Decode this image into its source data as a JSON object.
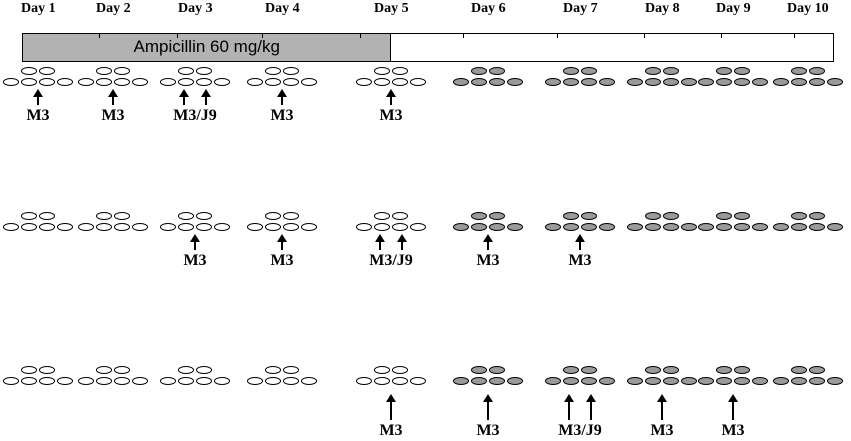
{
  "timeline": {
    "days": [
      "Day 1",
      "Day 2",
      "Day 3",
      "Day 4",
      "Day 5",
      "Day 6",
      "Day 7",
      "Day 8",
      "Day 9",
      "Day 10"
    ],
    "treatment_label": "Ampicillin 60 mg/kg",
    "treatment_days": 5
  },
  "colors": {
    "treated_fill": "#b2b2b2",
    "colonized_egg": "#9a9a9a",
    "clear_egg": "#ffffff",
    "stroke": "#000000"
  },
  "rows": [
    {
      "colonized": [
        false,
        false,
        false,
        false,
        false,
        true,
        true,
        true,
        true,
        true
      ],
      "markers": [
        {
          "day": 1,
          "labels": [
            "M3"
          ]
        },
        {
          "day": 2,
          "labels": [
            "M3"
          ]
        },
        {
          "day": 3,
          "labels": [
            "M3",
            "J9"
          ]
        },
        {
          "day": 4,
          "labels": [
            "M3"
          ]
        },
        {
          "day": 5,
          "labels": [
            "M3"
          ]
        }
      ]
    },
    {
      "colonized": [
        false,
        false,
        false,
        false,
        false,
        true,
        true,
        true,
        true,
        true
      ],
      "markers": [
        {
          "day": 3,
          "labels": [
            "M3"
          ]
        },
        {
          "day": 4,
          "labels": [
            "M3"
          ]
        },
        {
          "day": 5,
          "labels": [
            "M3",
            "J9"
          ]
        },
        {
          "day": 6,
          "labels": [
            "M3"
          ]
        },
        {
          "day": 7,
          "labels": [
            "M3"
          ]
        }
      ]
    },
    {
      "colonized": [
        false,
        false,
        false,
        false,
        false,
        true,
        true,
        true,
        true,
        true
      ],
      "markers": [
        {
          "day": 5,
          "labels": [
            "M3"
          ]
        },
        {
          "day": 6,
          "labels": [
            "M3"
          ]
        },
        {
          "day": 7,
          "labels": [
            "M3",
            "J9"
          ]
        },
        {
          "day": 8,
          "labels": [
            "M3"
          ]
        },
        {
          "day": 9,
          "labels": [
            "M3"
          ]
        }
      ]
    }
  ]
}
